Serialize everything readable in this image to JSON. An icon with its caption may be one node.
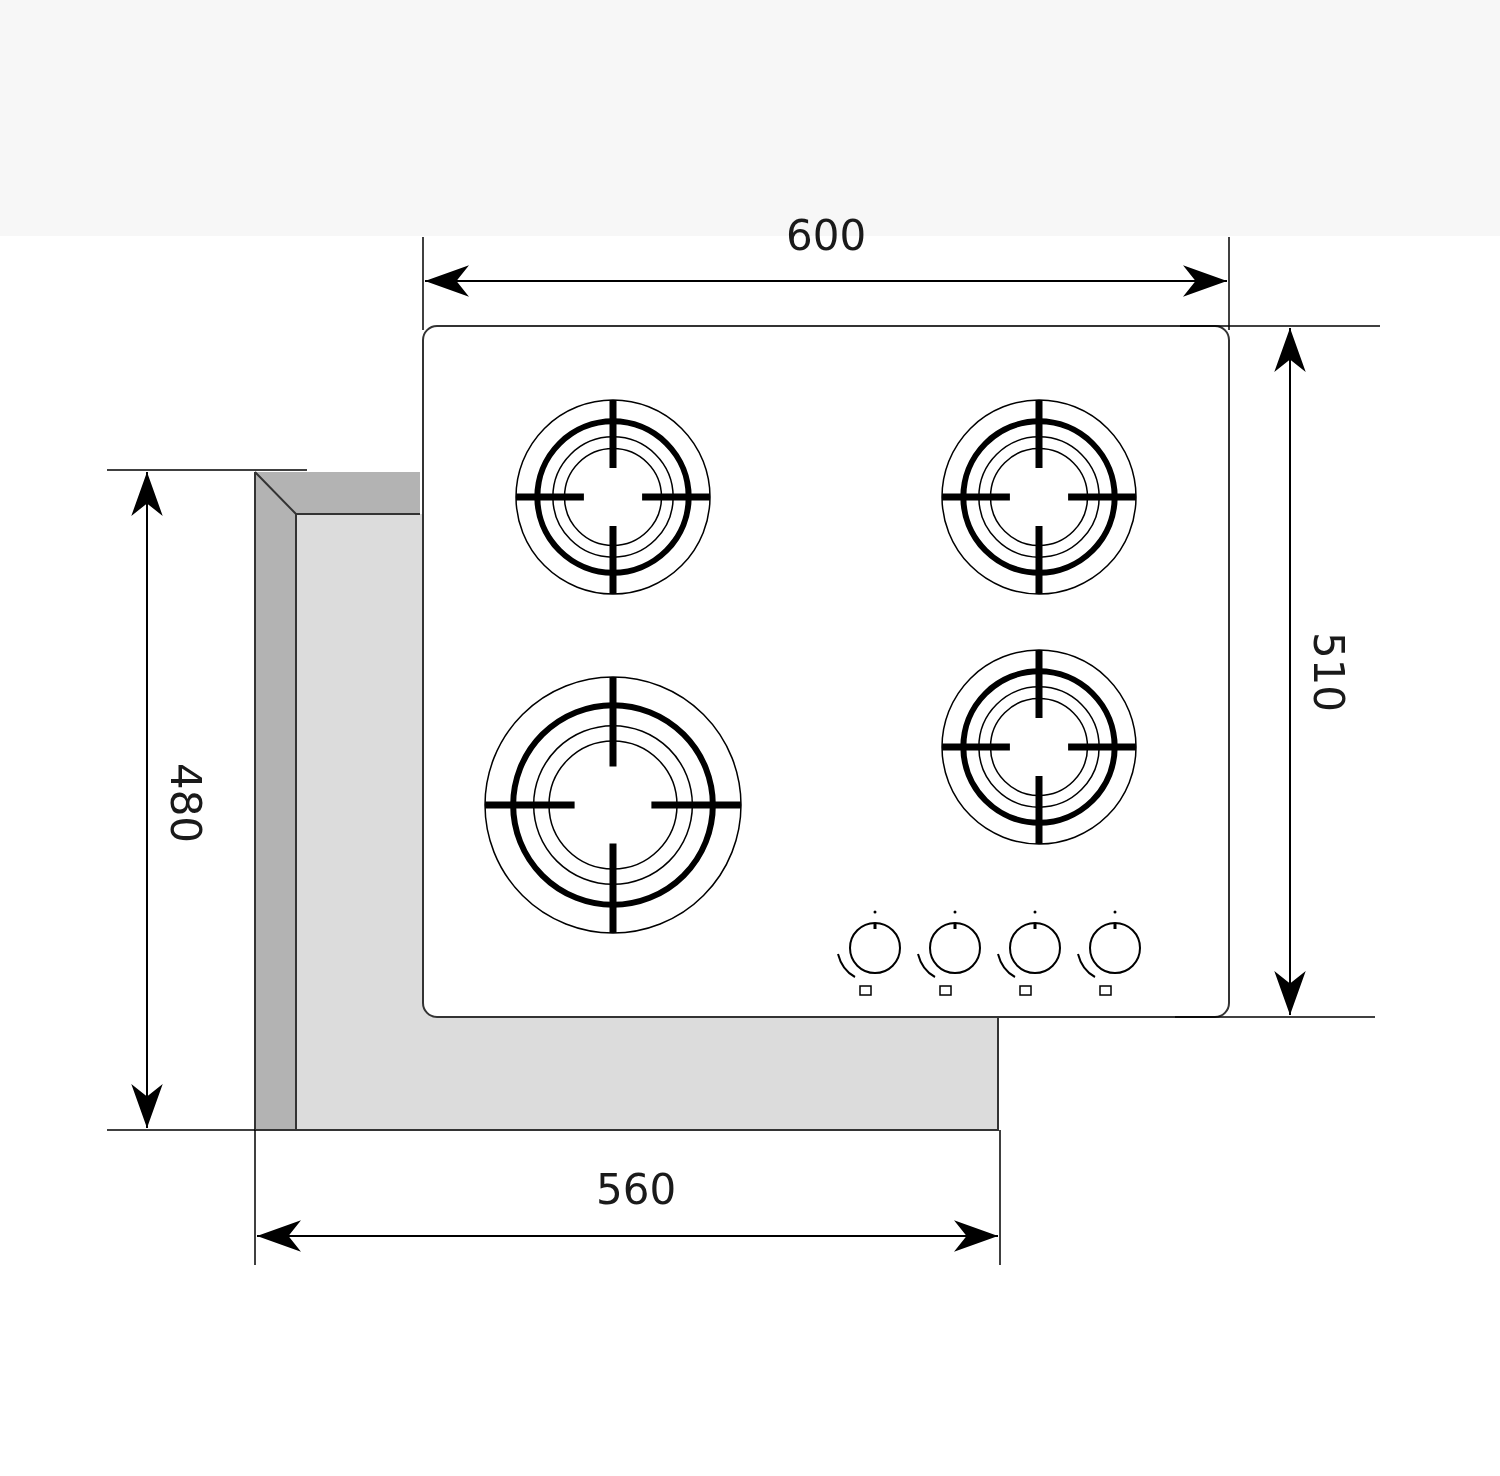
{
  "diagram": {
    "labels": [
      "600",
      "510",
      "480",
      "560"
    ]
  }
}
